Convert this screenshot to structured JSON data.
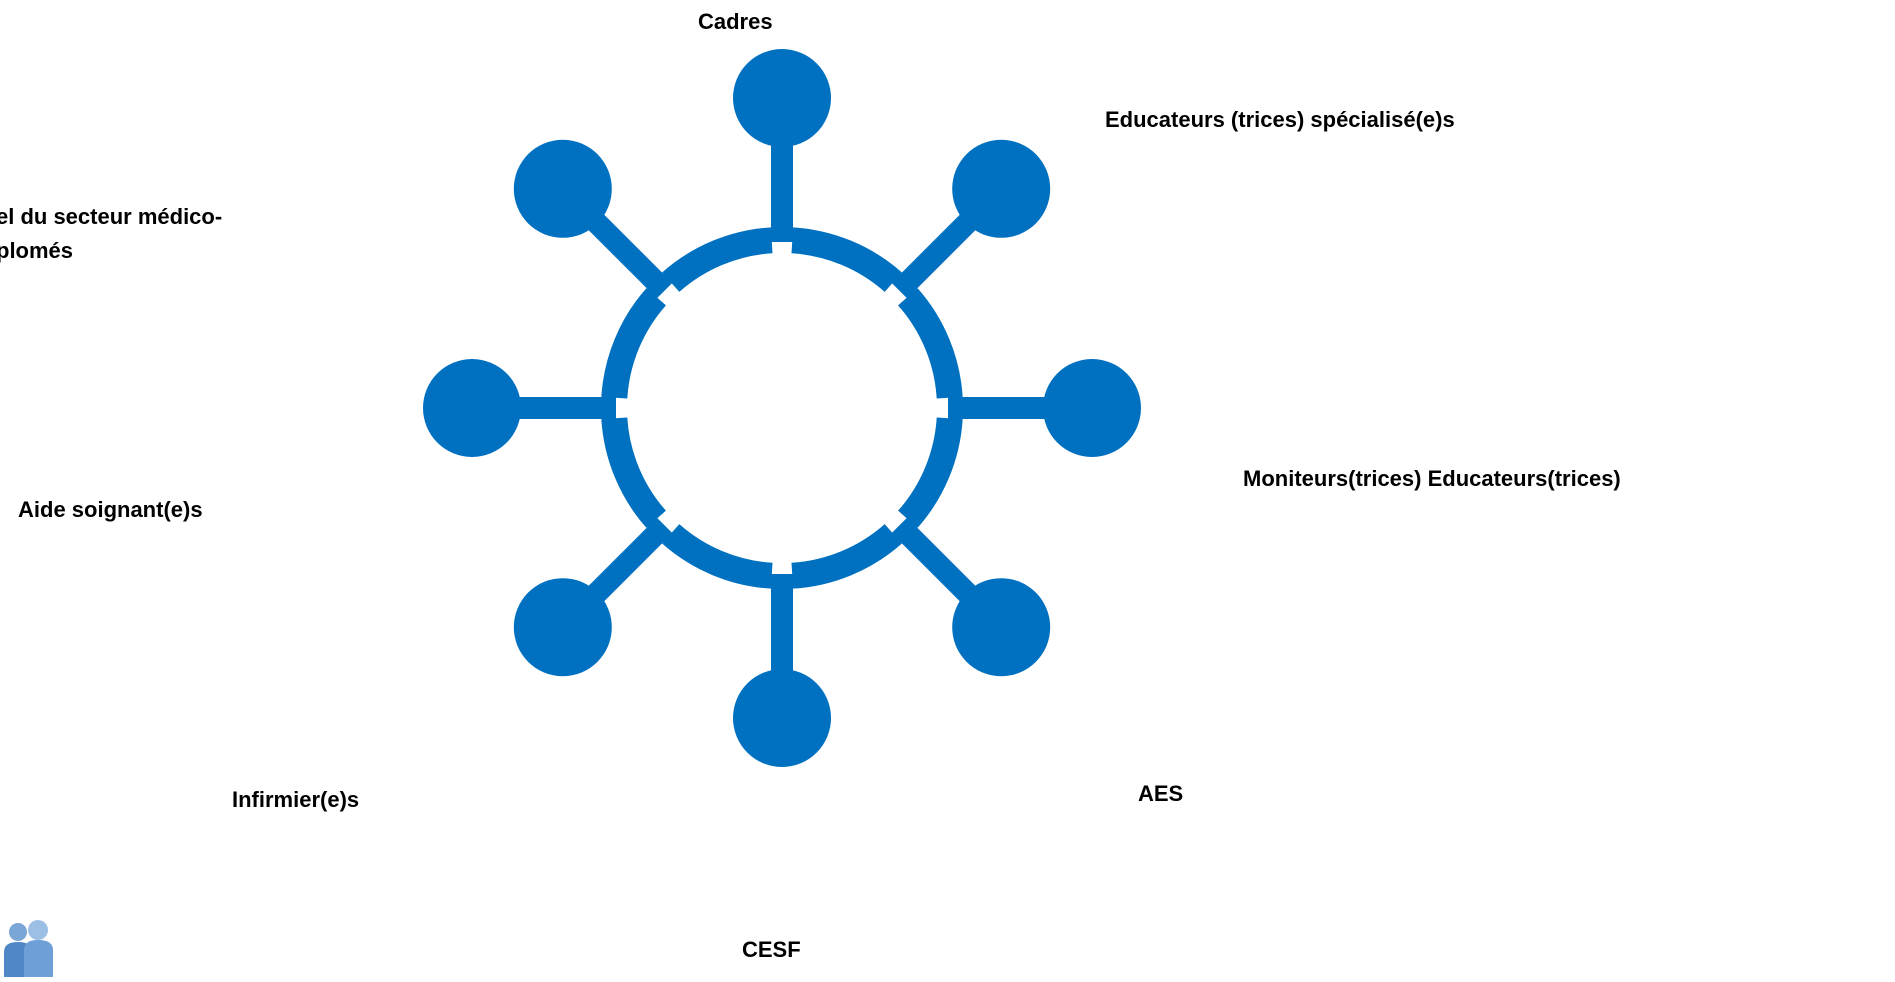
{
  "diagram": {
    "colors": {
      "node": "#0070C0",
      "text": "#000000"
    },
    "center_node": "",
    "nodes": [
      {
        "id": "cadres",
        "label": "Cadres"
      },
      {
        "id": "educateurs-specialises",
        "label": "Educateurs (trices) spécialisé(e)s"
      },
      {
        "id": "moniteurs-educateurs",
        "label": "Moniteurs(trices) Educateurs(trices)"
      },
      {
        "id": "aes",
        "label": "AES"
      },
      {
        "id": "cesf",
        "label": "CESF"
      },
      {
        "id": "infirmiers",
        "label": "Infirmier(e)s"
      },
      {
        "id": "aide-soignants",
        "label": "Aide soignant(e)s"
      },
      {
        "id": "personnel-medico",
        "label_line1": "el du secteur médico-",
        "label_line2": "plomés"
      }
    ],
    "icon": "people-icon"
  }
}
